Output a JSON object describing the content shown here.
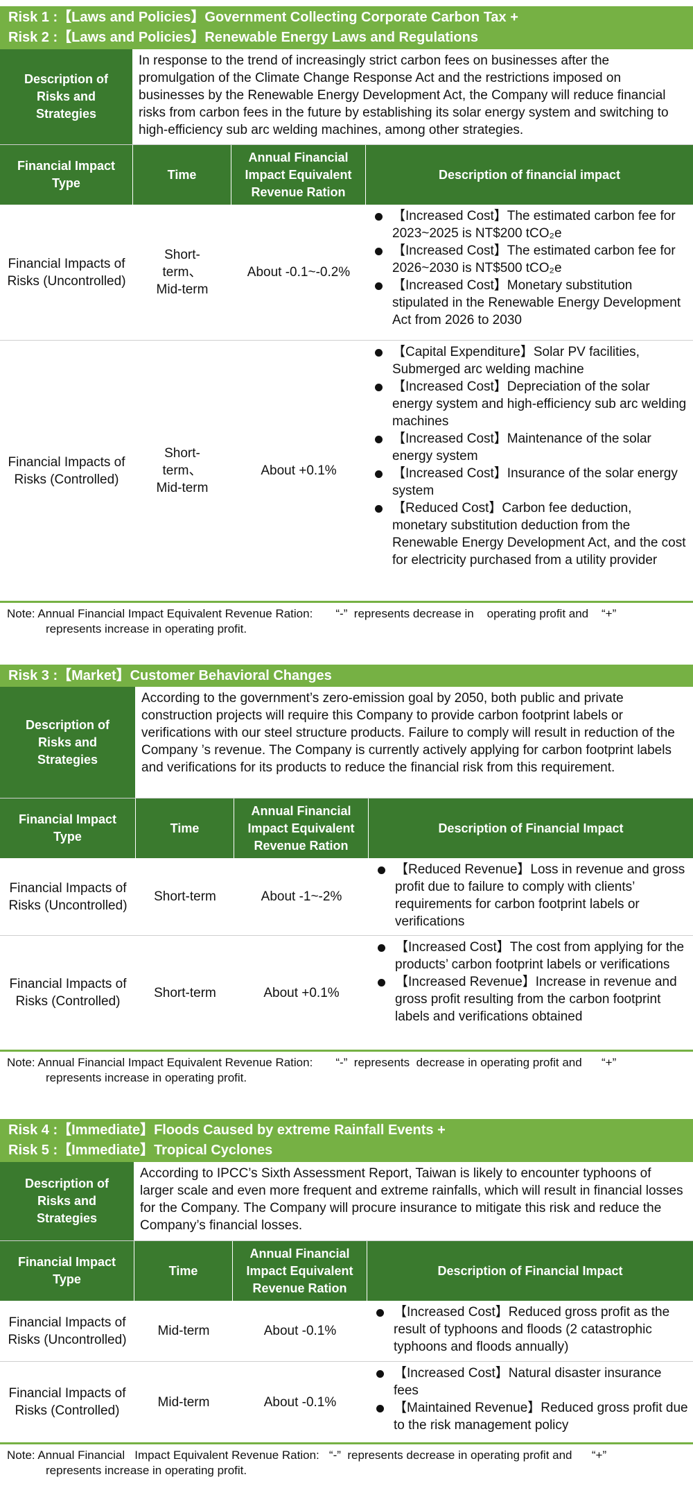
{
  "labels": {
    "description_of_risks": "Description of Risks and Strategies",
    "financial_impact_type": "Financial Impact Type",
    "time": "Time",
    "annual_financial_impact": "Annual Financial Impact Equivalent Revenue Ration"
  },
  "risks": [
    {
      "title_line1": "Risk 1 :【Laws and Policies】Government Collecting Corporate Carbon Tax +",
      "title_line2": "Risk 2 :【Laws and Policies】Renewable Energy Laws and Regulations",
      "description": "In response to the trend of increasingly strict carbon fees on businesses after the promulgation of the Climate Change Response Act and the restrictions imposed on businesses by the Renewable    Energy Development Act, the Company will reduce financial risks from carbon fees in the future by establishing its solar energy system and switching to high-efficiency sub arc welding machines, among other strategies.",
      "impact_header": "Description of financial impact",
      "rows": [
        {
          "type": "Financial Impacts of Risks (Uncontrolled)",
          "time": "Short-term、Mid-term",
          "ratio": "About -0.1~-0.2%",
          "impacts": [
            "【Increased Cost】The estimated carbon fee for 2023~2025 is NT$200 tCO₂e",
            "【Increased Cost】The estimated carbon fee for 2026~2030 is NT$500 tCO₂e",
            "【Increased Cost】Monetary substitution stipulated in the Renewable Energy Development Act from 2026 to 2030"
          ]
        },
        {
          "type": "Financial Impacts of Risks (Controlled)",
          "time": "Short-term、Mid-term",
          "ratio": "About +0.1%",
          "impacts": [
            "【Capital Expenditure】Solar PV facilities, Submerged arc welding machine",
            "【Increased Cost】Depreciation of the solar energy system and high-efficiency sub arc welding machines",
            "【Increased Cost】Maintenance of the solar energy system",
            "【Increased Cost】Insurance of the solar energy system",
            "【Reduced Cost】Carbon fee deduction, monetary substitution deduction from the Renewable Energy Development Act, and the cost for electricity purchased from a utility provider"
          ]
        }
      ],
      "note_line1": "Note: Annual Financial Impact Equivalent Revenue Ration:       “-”  represents decrease in    operating profit and    “+”",
      "note_line2": "represents increase in operating profit."
    },
    {
      "title_line1": "Risk 3 :【Market】Customer Behavioral Changes",
      "title_line2": "",
      "description": "According to the government’s zero-emission goal by 2050, both public and private construction projects will require this Company to provide carbon footprint labels or verifications with our steel structure products. Failure to comply will result in reduction of the Company ’s revenue. The Company is currently actively applying for carbon footprint labels and verifications for its products to reduce the financial risk from this requirement.",
      "impact_header": "Description of Financial Impact",
      "rows": [
        {
          "type": "Financial Impacts of Risks (Uncontrolled)",
          "time": "Short-term",
          "ratio": "About -1~-2%",
          "impacts": [
            "【Reduced Revenue】Loss in revenue and gross profit due to failure to comply with clients’ requirements for carbon footprint labels or verifications"
          ]
        },
        {
          "type": "Financial Impacts of Risks (Controlled)",
          "time": "Short-term",
          "ratio": "About +0.1%",
          "impacts": [
            "【Increased Cost】The cost from applying for the products’ carbon footprint labels or verifications",
            "【Increased Revenue】Increase in revenue and gross profit resulting from the carbon footprint labels and verifications obtained"
          ]
        }
      ],
      "note_line1": "Note: Annual Financial Impact Equivalent Revenue Ration:       “-”  represents  decrease in operating profit and      “+”",
      "note_line2": "represents increase in operating profit."
    },
    {
      "title_line1": "Risk 4 :【Immediate】Floods Caused by extreme Rainfall Events +",
      "title_line2": "Risk 5 :【Immediate】Tropical Cyclones",
      "description": "According to IPCC’s Sixth Assessment  Report, Taiwan is likely to encounter typhoons of larger scale and even more frequent and extreme rainfalls, which will result in financial losses for the Company. The Company will procure insurance to mitigate this risk and reduce the Company’s financial losses.",
      "impact_header": "Description of Financial Impact",
      "rows": [
        {
          "type": "Financial Impacts of Risks (Uncontrolled)",
          "time": "Mid-term",
          "ratio": "About -0.1%",
          "impacts": [
            "【Increased Cost】Reduced gross profit as the result of typhoons and floods  (2 catastrophic typhoons and floods annually)"
          ]
        },
        {
          "type": "Financial Impacts of Risks (Controlled)",
          "time": "Mid-term",
          "ratio": "About -0.1%",
          "impacts": [
            "【Increased Cost】Natural disaster insurance fees",
            "【Maintained Revenue】Reduced gross profit due to the risk management policy"
          ]
        }
      ],
      "note_line1": "Note: Annual Financial   Impact Equivalent Revenue Ration:   “-”  represents decrease in operating profit and      “+”",
      "note_line2": "represents increase in operating profit."
    }
  ]
}
